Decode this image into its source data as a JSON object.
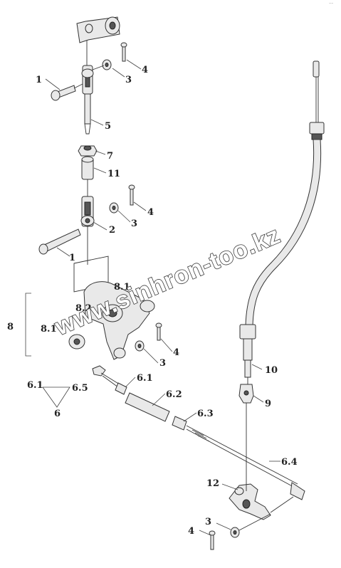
{
  "diagram": {
    "corner_mark": "⁻⁻",
    "watermark": "www.sinhron-too.kz",
    "labels": {
      "l1_top": "1",
      "l3_top": "3",
      "l4_top": "4",
      "l5": "5",
      "l7": "7",
      "l11": "11",
      "l4_mid": "4",
      "l2": "2",
      "l3_mid": "3",
      "l1_mid": "1",
      "l8_1_top": "8.1",
      "l8_2": "8.2",
      "l8_1_left": "8.1",
      "l8": "8",
      "l4_low": "4",
      "l3_low": "3",
      "l6_1_left": "6.1",
      "l6_5": "6.5",
      "l6": "6",
      "l6_1": "6.1",
      "l6_2": "6.2",
      "l6_3": "6.3",
      "l10": "10",
      "l9": "9",
      "l6_4": "6.4",
      "l12": "12",
      "l3_bottom": "3",
      "l4_bottom": "4"
    }
  }
}
